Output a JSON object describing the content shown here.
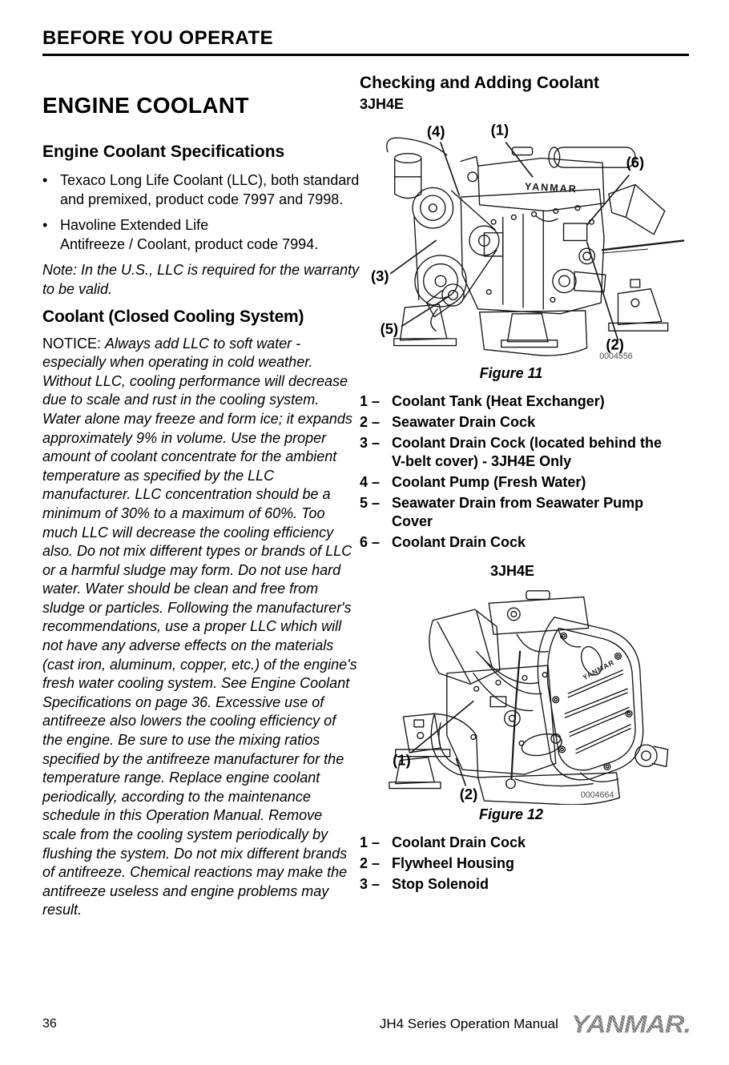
{
  "header": "BEFORE YOU OPERATE",
  "left_column": {
    "title": "ENGINE COOLANT",
    "specs_section": {
      "heading": "Engine Coolant Specifications",
      "bullet_char": "•",
      "bullets": [
        "Texaco Long Life Coolant (LLC), both standard and premixed, product code 7997 and 7998.",
        "Havoline Extended Life\nAntifreeze / Coolant, product code 7994."
      ],
      "note": "Note: In the U.S., LLC is required for the warranty to be valid."
    },
    "coolant_section": {
      "heading": "Coolant (Closed Cooling System)",
      "notice_label": "NOTICE:",
      "notice_body": "Always add LLC to soft water - especially when operating in cold weather. Without LLC, cooling performance will decrease due to scale and rust in the cooling system. Water alone may freeze and form ice; it expands approximately 9% in volume. Use the proper amount of coolant concentrate for the ambient temperature as specified by the LLC manufacturer. LLC concentration should be a minimum of 30% to a maximum of 60%. Too much LLC will decrease the cooling efficiency also. Do not mix different types or brands of LLC or a harmful sludge may form. Do not use hard water. Water should be clean and free from sludge or particles. Following the manufacturer's recommendations, use a proper LLC which will not have any adverse effects on the materials (cast iron, aluminum, copper, etc.) of the engine's fresh water cooling system. See Engine Coolant Specifications on page 36. Excessive use of antifreeze also lowers the cooling efficiency of the engine. Be sure to use the mixing ratios specified by the antifreeze manufacturer for the temperature range. Replace engine coolant periodically, according to the maintenance schedule in this Operation Manual. Remove scale from the cooling system periodically by flushing the system. Do not mix different brands of antifreeze. Chemical reactions may make the antifreeze useless and engine problems may result."
    }
  },
  "right_column": {
    "heading": "Checking and Adding Coolant",
    "subheading": "3JH4E",
    "figure11": {
      "caption": "Figure 11",
      "image_code": "0004556",
      "engine_label": "YANMAR",
      "callouts": [
        "(1)",
        "(2)",
        "(3)",
        "(4)",
        "(5)",
        "(6)"
      ],
      "legend": [
        {
          "num": "1 –",
          "text": "Coolant Tank (Heat Exchanger)"
        },
        {
          "num": "2 –",
          "text": "Seawater Drain Cock"
        },
        {
          "num": "3 –",
          "text": "Coolant Drain Cock (located behind the V-belt cover) - 3JH4E Only"
        },
        {
          "num": "4 –",
          "text": "Coolant Pump (Fresh Water)"
        },
        {
          "num": "5 –",
          "text": "Seawater Drain from Seawater Pump Cover"
        },
        {
          "num": "6 –",
          "text": "Coolant Drain Cock"
        }
      ]
    },
    "figure12": {
      "model_label": "3JH4E",
      "caption": "Figure 12",
      "image_code": "0004664",
      "engine_label": "YANMAR",
      "callouts": [
        "(1)",
        "(2)"
      ],
      "legend": [
        {
          "num": "1 –",
          "text": "Coolant Drain Cock"
        },
        {
          "num": "2 –",
          "text": "Flywheel Housing"
        },
        {
          "num": "3 –",
          "text": "Stop Solenoid"
        }
      ]
    }
  },
  "footer": {
    "page_number": "36",
    "manual_title": "JH4 Series Operation Manual",
    "brand_logo": "YANMAR."
  }
}
